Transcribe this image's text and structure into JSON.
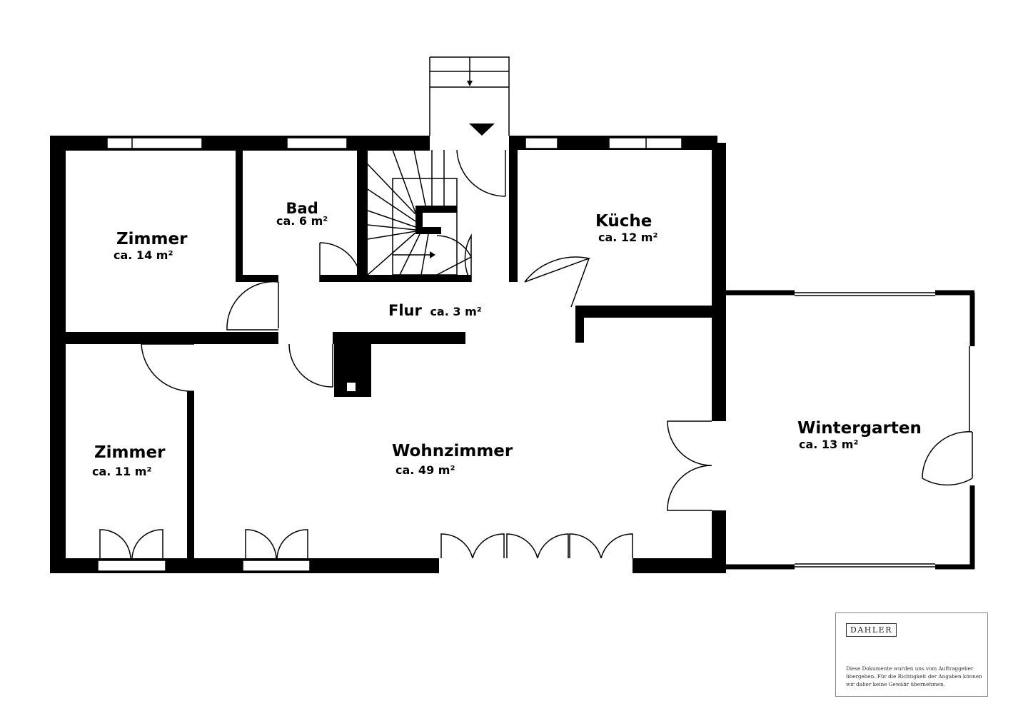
{
  "rooms": [
    {
      "name": "Zimmer",
      "area": "ca. 14 m²"
    },
    {
      "name": "Bad",
      "area": "ca. 6 m²"
    },
    {
      "name": "Küche",
      "area": "ca. 12 m²"
    },
    {
      "name": "Flur",
      "area": "ca. 3 m²"
    },
    {
      "name": "Zimmer",
      "area": "ca. 11 m²"
    },
    {
      "name": "Wohnzimmer",
      "area": "ca. 49 m²"
    },
    {
      "name": "Wintergarten",
      "area": "ca. 13 m²"
    }
  ],
  "footer": {
    "logo": "DAHLER",
    "disclaimer": "Diese Dokumente wurden uns vom Auftraggeber übergeben. Für die Richtigkeit der Angaben können wir daher keine Gewähr übernehmen."
  },
  "colors": {
    "wall": "#000000",
    "background": "#ffffff"
  }
}
